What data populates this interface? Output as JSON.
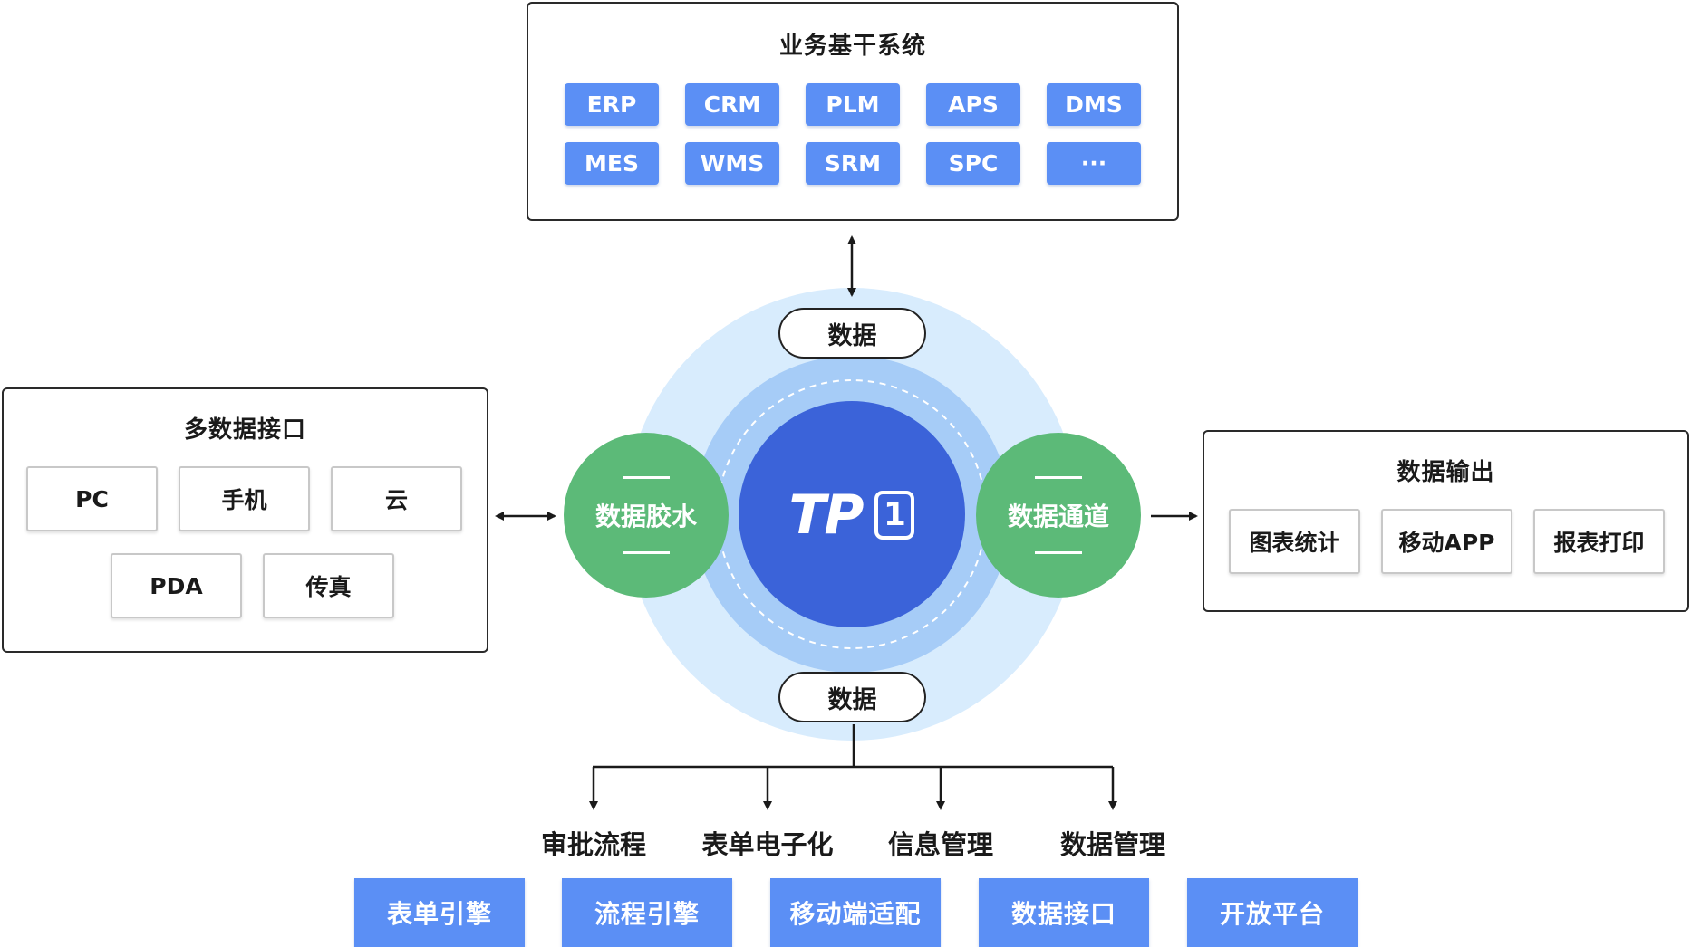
{
  "top_panel": {
    "title": "业务基干系统",
    "chips": [
      "ERP",
      "CRM",
      "PLM",
      "APS",
      "DMS",
      "MES",
      "WMS",
      "SRM",
      "SPC",
      "···"
    ]
  },
  "left_panel": {
    "title": "多数据接口",
    "tiles": [
      "PC",
      "手机",
      "云",
      "PDA",
      "传真"
    ]
  },
  "right_panel": {
    "title": "数据输出",
    "tiles": [
      "图表统计",
      "移动APP",
      "报表打印"
    ]
  },
  "center": {
    "logo_text": "TP",
    "logo_badge": "1",
    "left_node": "数据胶水",
    "right_node": "数据通道",
    "top_pill": "数据",
    "bottom_pill": "数据"
  },
  "bottom": {
    "labels": [
      "审批流程",
      "表单电子化",
      "信息管理",
      "数据管理"
    ],
    "chips": [
      "表单引擎",
      "流程引擎",
      "移动端适配",
      "数据接口",
      "开放平台"
    ]
  },
  "colors": {
    "chip_blue": "#5b8ff5",
    "core_blue": "#3b63d9",
    "ring_mid": "#a6ccf7",
    "ring_outer": "#d8ecfd",
    "node_green": "#5cba78"
  }
}
